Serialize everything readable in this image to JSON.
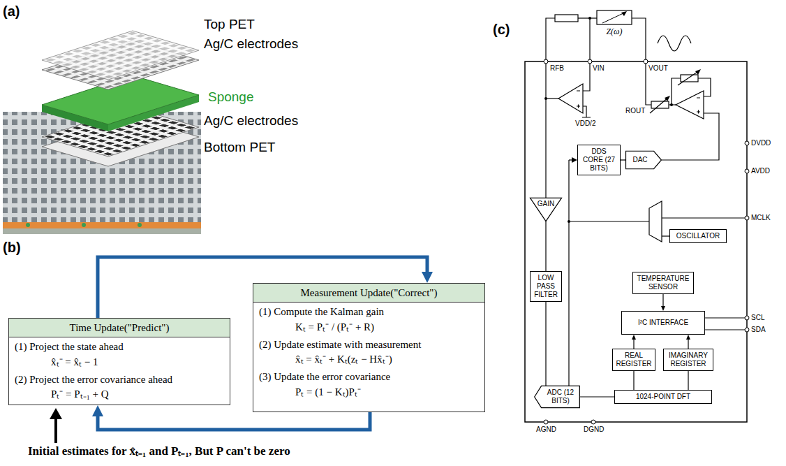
{
  "diagram": {
    "nodes": [
      {
        "text": [
          "Time Update(\"Predict\")",
          "(1) Project the state ahead",
          "x̂ₜ⁻ = x̂ₜ − 1",
          "(2) Project the error covariance ahead",
          "Pₜ⁻ = Pₜ₋₁ + Q"
        ]
      },
      {
        "text": [
          "Measurement Update(\"Correct\")",
          "(1) Compute the Kalman gain",
          "Kₜ = Pₜ⁻ / (Pₜ⁻ + R)",
          "(2) Update estimate with measurement",
          "x̂ₜ = x̂ₜ⁻ + Kₜ(zₜ − Hx̂ₜ⁻)",
          "(3) Update the error covariance",
          "Pₜ = (1 − Kₜ)Pₜ⁻"
        ]
      },
      {
        "text": [
          "Z(ω)"
        ]
      },
      {
        "text": [
          "GAIN"
        ]
      },
      {
        "text": [
          "DDS CORE (27 BITS)"
        ]
      },
      {
        "text": [
          "DAC"
        ]
      },
      {
        "text": [
          "OSCILLATOR"
        ]
      },
      {
        "text": [
          "LOW PASS FILTER"
        ]
      },
      {
        "text": [
          "TEMPERATURE SENSOR"
        ]
      },
      {
        "text": [
          "I²C INTERFACE"
        ]
      },
      {
        "text": [
          "REAL REGISTER"
        ]
      },
      {
        "text": [
          "IMAGINARY REGISTER"
        ]
      },
      {
        "text": [
          "ADC (12 BITS)"
        ]
      },
      {
        "text": [
          "1024-POINT DFT"
        ]
      }
    ],
    "edges": [
      {
        "from": 0,
        "to": 1,
        "arrow": "to"
      },
      {
        "from": 1,
        "to": 0,
        "arrow": "to"
      },
      {
        "from": 4,
        "to": 5,
        "arrow": "none"
      },
      {
        "from": 3,
        "to": 7,
        "arrow": "none"
      },
      {
        "from": 7,
        "to": 12,
        "arrow": "none"
      },
      {
        "from": 12,
        "to": 13,
        "arrow": "none"
      },
      {
        "from": 13,
        "to": 10,
        "arrow": "none"
      },
      {
        "from": 13,
        "to": 11,
        "arrow": "none"
      },
      {
        "from": 10,
        "to": 9,
        "arrow": "to"
      },
      {
        "from": 11,
        "to": 9,
        "arrow": "to"
      },
      {
        "from": 8,
        "to": 9,
        "arrow": "to"
      }
    ],
    "labels": [
      "(a)",
      "Top PET",
      "Ag/C electrodes",
      "Sponge",
      "Ag/C electrodes",
      "Bottom PET",
      "(b)",
      "Initial estimates for x̂ₜ₋₁ and Pₜ₋₁, But P can't be zero",
      "(c)",
      "RFB",
      "VIN",
      "VOUT",
      "VDD/2",
      "ROUT",
      "DVDD",
      "AVDD",
      "MCLK",
      "SCL",
      "SDA",
      "AGND",
      "DGND"
    ]
  }
}
